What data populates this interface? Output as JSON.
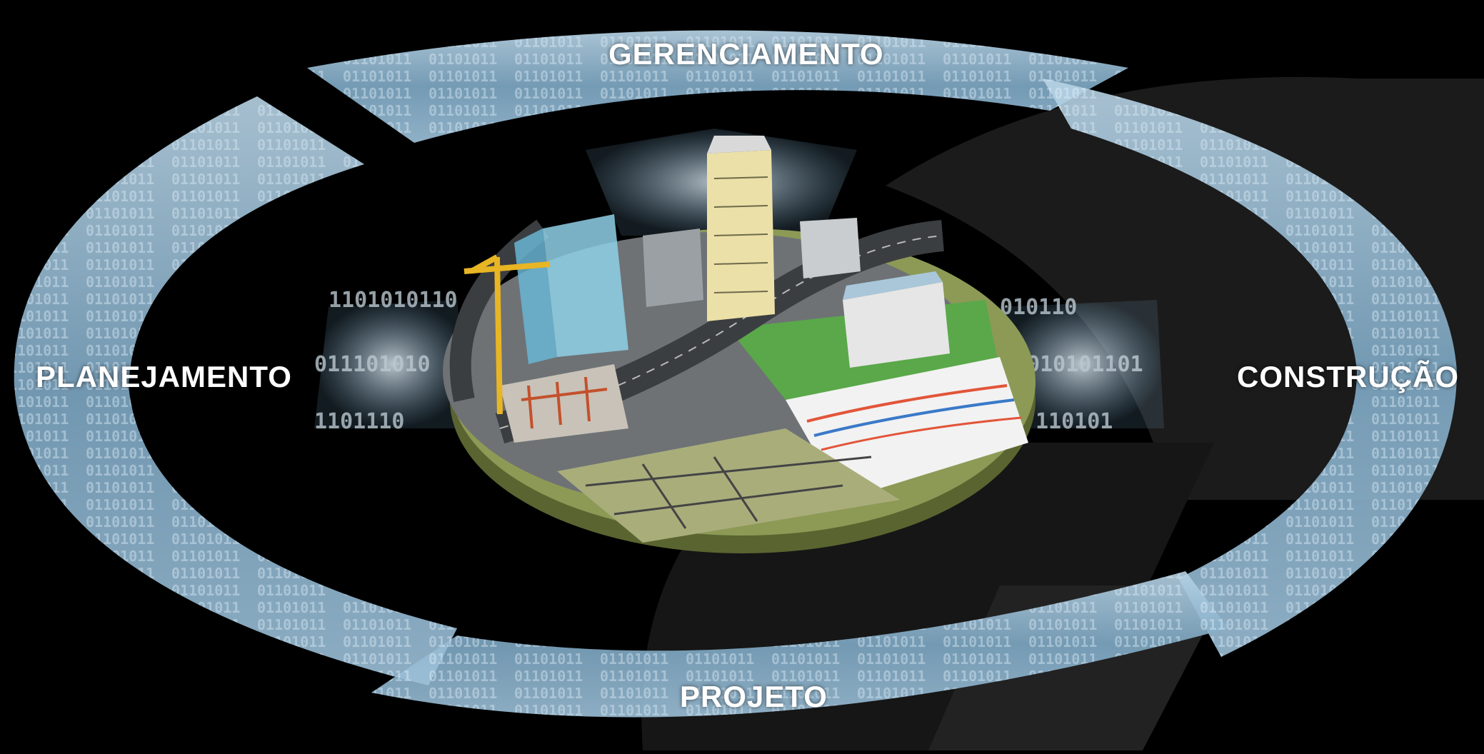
{
  "phases": {
    "top": "GERENCIAMENTO",
    "left": "PLANEJAMENTO",
    "right": "CONSTRUÇÃO",
    "bottom": "PROJETO"
  },
  "colors": {
    "background": "#000000",
    "ring": "#7fa9c6",
    "ring_light": "#a9c8dd",
    "label": "#ffffff",
    "ground": "#7d8a4a",
    "grass": "#5aa84a",
    "road": "#55595c",
    "crane": "#e8b524"
  }
}
